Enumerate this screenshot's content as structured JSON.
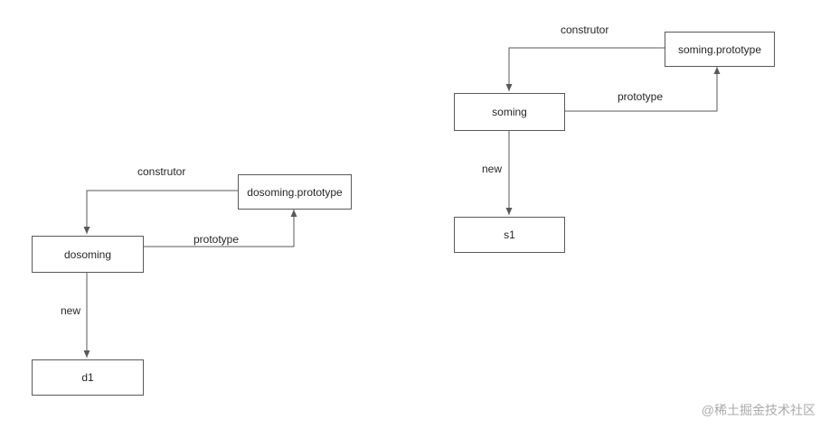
{
  "diagrams": {
    "left": {
      "prototype_box": "dosoming.prototype",
      "constructor_box": "dosoming",
      "instance_box": "d1",
      "constructor_label": "construtor",
      "prototype_label": "prototype",
      "new_label": "new"
    },
    "right": {
      "prototype_box": "soming.prototype",
      "constructor_box": "soming",
      "instance_box": "s1",
      "constructor_label": "construtor",
      "prototype_label": "prototype",
      "new_label": "new"
    }
  },
  "watermark": "@稀土掘金技术社区",
  "colors": {
    "line": "#595959",
    "text": "#262626",
    "watermark": "#aaaaaa"
  }
}
